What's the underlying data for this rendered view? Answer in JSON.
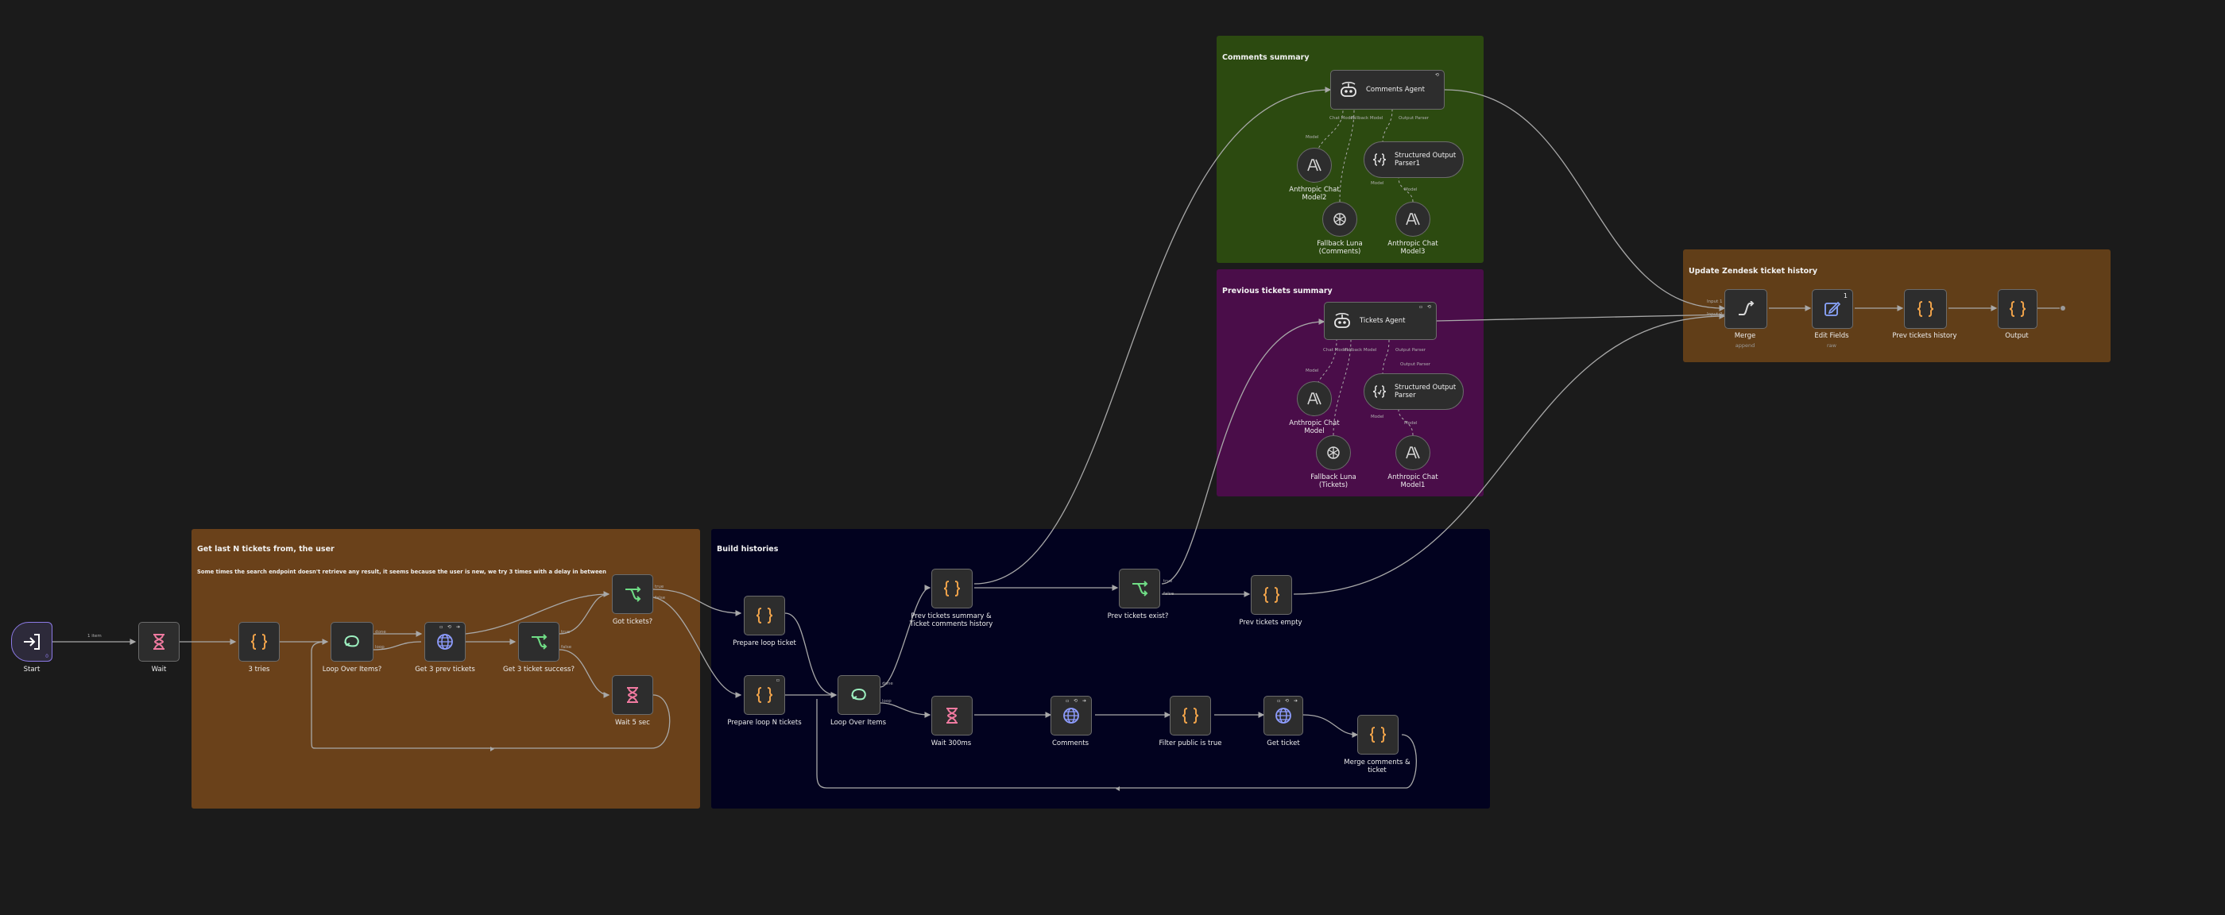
{
  "colors": {
    "canvas": "#1b1b1b",
    "sticky_orange": "#6a411a",
    "sticky_blue": "#02021f",
    "sticky_green": "#2c4a10",
    "sticky_purple": "#4a0d49",
    "sticky_orange2": "#613e18",
    "icon_code": "#f0a34a",
    "icon_switch": "#6fdc85",
    "icon_wait": "#f07aa0",
    "icon_http": "#8e9dff",
    "icon_loop": "#9df0c0",
    "icon_edit": "#8ba6ff",
    "icon_merge": "#dadada"
  },
  "stickies": {
    "get_tickets": {
      "title": "Get last N tickets from, the user",
      "body": "Some times the search endpoint doesn't retrieve any result, it seems because the user is new, we try 3 times with a delay in between"
    },
    "build_histories": {
      "title": "Build histories"
    },
    "comments_summary": {
      "title": "Comments summary"
    },
    "previous_tickets_summary": {
      "title": "Previous tickets summary"
    },
    "update_zendesk": {
      "title": "Update Zendesk ticket history"
    }
  },
  "nodes": {
    "start": {
      "label": "Start",
      "icon": "enter-icon",
      "badge": "0"
    },
    "wait": {
      "label": "Wait",
      "icon": "hourglass-icon"
    },
    "tries": {
      "label": "3 tries",
      "icon": "code-icon"
    },
    "loop_over_items_q": {
      "label": "Loop Over Items?",
      "icon": "loop-icon"
    },
    "get_prev_tickets": {
      "label": "Get 3 prev tickets",
      "icon": "globe-icon"
    },
    "get_ticket_success": {
      "label": "Get 3 ticket success?",
      "icon": "switch-icon"
    },
    "got_tickets": {
      "label": "Got tickets?",
      "icon": "switch-icon"
    },
    "wait_5_sec": {
      "label": "Wait 5 sec",
      "icon": "hourglass-icon"
    },
    "prepare_loop_ticket": {
      "label": "Prepare loop ticket",
      "icon": "code-icon"
    },
    "prepare_loop_n": {
      "label": "Prepare loop N tickets",
      "icon": "code-icon"
    },
    "loop_over_items": {
      "label": "Loop Over Items",
      "icon": "loop-icon"
    },
    "prev_summary": {
      "label": "Prev tickets summary &",
      "label2": "Ticket comments history",
      "icon": "code-icon"
    },
    "prev_exist": {
      "label": "Prev tickets exist?",
      "icon": "switch-icon"
    },
    "prev_empty": {
      "label": "Prev tickets empty",
      "icon": "code-icon"
    },
    "wait_300": {
      "label": "Wait 300ms",
      "icon": "hourglass-icon"
    },
    "comments": {
      "label": "Comments",
      "icon": "globe-icon"
    },
    "filter_public": {
      "label": "Filter public is true",
      "icon": "code-icon"
    },
    "get_ticket": {
      "label": "Get ticket",
      "icon": "globe-icon"
    },
    "merge_comments": {
      "label": "Merge comments &",
      "label2": "ticket",
      "icon": "code-icon"
    },
    "comments_agent": {
      "label": "Comments Agent",
      "icon": "robot-icon"
    },
    "anthropic_model2": {
      "label": "Anthropic Chat",
      "label2": "Model2",
      "icon": "anthropic-icon"
    },
    "structured_parser1": {
      "label": "Structured Output",
      "label2": "Parser1",
      "icon": "braces-icon"
    },
    "fallback_comments": {
      "label": "Fallback Luna",
      "label2": "(Comments)",
      "icon": "openai-icon"
    },
    "anthropic_model3": {
      "label": "Anthropic Chat",
      "label2": "Model3",
      "icon": "anthropic-icon"
    },
    "tickets_agent": {
      "label": "Tickets Agent",
      "icon": "robot-icon"
    },
    "anthropic_model": {
      "label": "Anthropic Chat",
      "label2": "Model",
      "icon": "anthropic-icon"
    },
    "structured_parser": {
      "label": "Structured Output",
      "label2": "Parser",
      "icon": "braces-icon"
    },
    "fallback_tickets": {
      "label": "Fallback Luna",
      "label2": "(Tickets)",
      "icon": "openai-icon"
    },
    "anthropic_model1": {
      "label": "Anthropic Chat",
      "label2": "Model1",
      "icon": "anthropic-icon"
    },
    "merge": {
      "label": "Merge",
      "sublabel": "append",
      "icon": "merge-icon"
    },
    "edit_fields": {
      "label": "Edit Fields",
      "sublabel": "raw",
      "icon": "edit-icon",
      "badge": "1"
    },
    "prev_history": {
      "label": "Prev tickets history",
      "icon": "code-icon"
    },
    "output": {
      "label": "Output",
      "icon": "code-icon"
    }
  },
  "edge_labels": {
    "start_wait": "1 item",
    "done": "done",
    "loop": "loop",
    "true": "true",
    "false": "false",
    "chat_model": "Chat Model",
    "fallback_model": "Fallback Model",
    "output_parser": "Output Parser",
    "model": "Model",
    "input1": "Input 1",
    "input2": "Input 2"
  }
}
